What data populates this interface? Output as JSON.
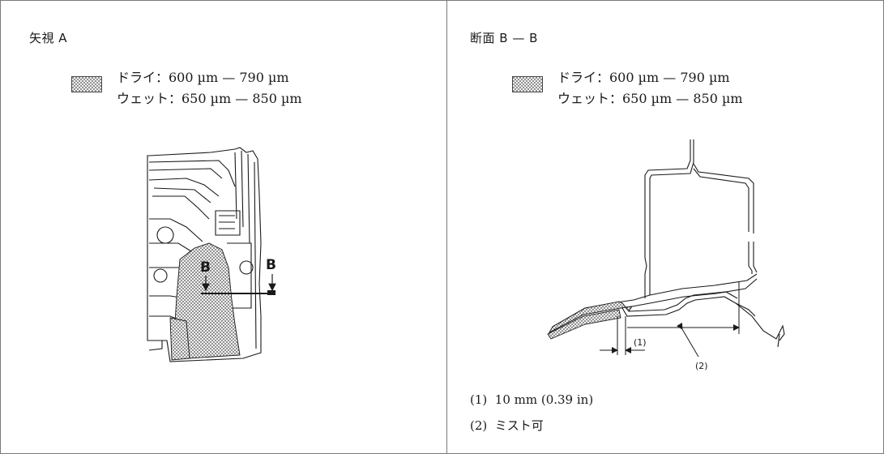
{
  "left_panel": {
    "title": "矢視 A",
    "legend": {
      "dry": "ドライ：600 µm — 790 µm",
      "wet": "ウェット：650 µm — 850 µm"
    },
    "section_marker_left": "B",
    "section_marker_right": "B"
  },
  "right_panel": {
    "title": "断面 B — B",
    "legend": {
      "dry": "ドライ：600 µm — 790 µm",
      "wet": "ウェット：650 µm — 850 µm"
    },
    "callout_1": "(1)",
    "callout_2": "(2)",
    "notes": [
      {
        "num": "(1)",
        "text": "10 mm (0.39 in)"
      },
      {
        "num": "(2)",
        "text": "ミスト可"
      }
    ]
  },
  "colors": {
    "line": "#1a1a1a",
    "border": "#7a7a7a",
    "hatch": "#555555"
  }
}
